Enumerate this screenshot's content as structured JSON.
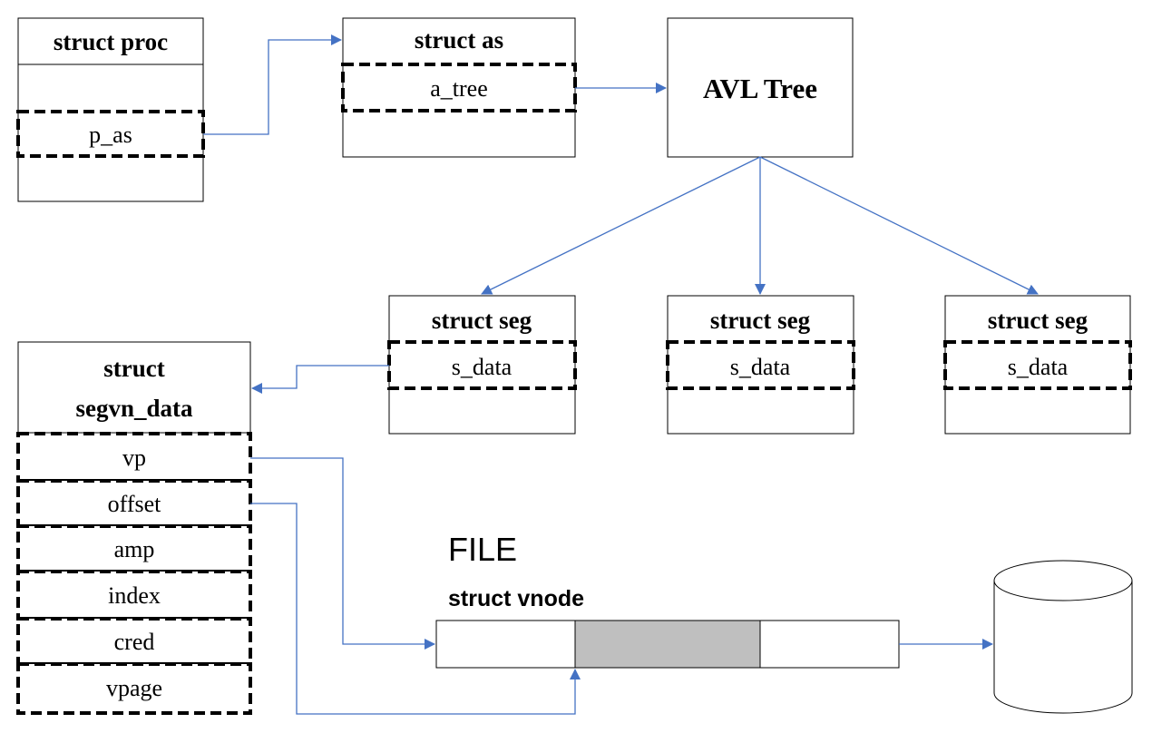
{
  "proc": {
    "title": "struct proc",
    "field": "p_as"
  },
  "as": {
    "title": "struct as",
    "field": "a_tree"
  },
  "avl": {
    "title": "AVL Tree"
  },
  "segs": [
    {
      "title": "struct seg",
      "field": "s_data"
    },
    {
      "title": "struct seg",
      "field": "s_data"
    },
    {
      "title": "struct seg",
      "field": "s_data"
    }
  ],
  "segvn": {
    "title_line1": "struct",
    "title_line2": "segvn_data",
    "fields": [
      "vp",
      "offset",
      "amp",
      "index",
      "cred",
      "vpage"
    ]
  },
  "file": {
    "label": "FILE",
    "vnode_title": "struct vnode"
  },
  "colors": {
    "arrow": "#4472C4",
    "highlight": "#BFBFBF"
  }
}
